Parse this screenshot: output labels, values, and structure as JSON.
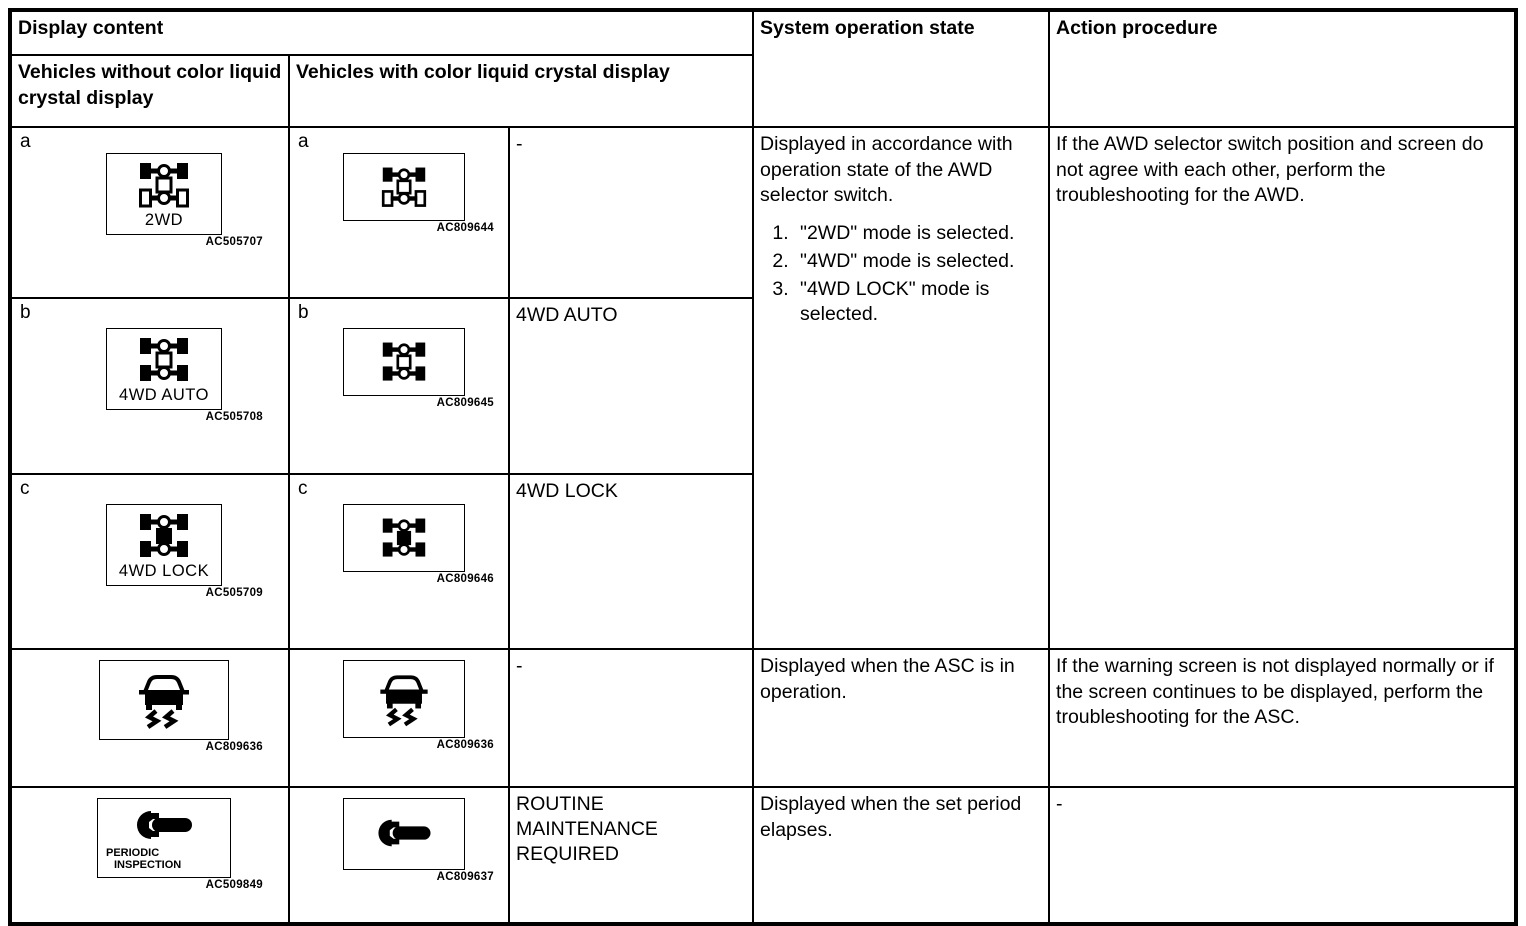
{
  "table": {
    "headers": {
      "display_content": "Display content",
      "without_color": "Vehicles without color liquid crystal display",
      "with_color": "Vehicles with color liquid crystal display",
      "system_state": "System operation state",
      "action_procedure": "Action procedure"
    },
    "rows": [
      {
        "id": "row-a",
        "label_left": "a",
        "label_mid": "a",
        "left_icon": {
          "type": "awd",
          "front_filled": true,
          "rear_filled": false,
          "center_filled": false,
          "label": "2WD",
          "code": "AC505707"
        },
        "mid_icon": {
          "type": "awd",
          "front_filled": true,
          "rear_filled": false,
          "center_filled": false,
          "label": "",
          "code": "AC809644"
        },
        "message": "-",
        "state_text": "Displayed in accordance with operation state of the AWD selector switch.",
        "state_steps": [
          "\"2WD\" mode is selected.",
          "\"4WD\" mode is selected.",
          "\"4WD LOCK\" mode is selected."
        ],
        "action_text": "If the AWD selector switch position and screen do not agree with each other, perform the troubleshooting for the AWD."
      },
      {
        "id": "row-b",
        "label_left": "b",
        "label_mid": "b",
        "left_icon": {
          "type": "awd",
          "front_filled": true,
          "rear_filled": true,
          "center_filled": false,
          "label": "4WD  AUTO",
          "code": "AC505708"
        },
        "mid_icon": {
          "type": "awd",
          "front_filled": true,
          "rear_filled": true,
          "center_filled": false,
          "label": "",
          "code": "AC809645"
        },
        "message": "4WD AUTO"
      },
      {
        "id": "row-c",
        "label_left": "c",
        "label_mid": "c",
        "left_icon": {
          "type": "awd",
          "front_filled": true,
          "rear_filled": true,
          "center_filled": true,
          "label": "4WD  LOCK",
          "code": "AC505709"
        },
        "mid_icon": {
          "type": "awd",
          "front_filled": true,
          "rear_filled": true,
          "center_filled": true,
          "label": "",
          "code": "AC809646"
        },
        "message": "4WD LOCK"
      },
      {
        "id": "row-asc",
        "label_left": "",
        "label_mid": "",
        "left_icon": {
          "type": "asc",
          "label": "",
          "code": "AC809636"
        },
        "mid_icon": {
          "type": "asc",
          "label": "",
          "code": "AC809636"
        },
        "message": "-",
        "state_text": "Displayed when the ASC is in operation.",
        "action_text": "If the warning screen is not displayed normally or if the screen continues to be displayed, perform the troubleshooting for the ASC."
      },
      {
        "id": "row-maintenance",
        "label_left": "",
        "label_mid": "",
        "left_icon": {
          "type": "wrench",
          "label_line1": "PERIODIC",
          "label_line2": "INSPECTION",
          "code": "AC509849"
        },
        "mid_icon": {
          "type": "wrench",
          "label_line1": "",
          "label_line2": "",
          "code": "AC809637"
        },
        "message": "ROUTINE MAINTENANCE REQUIRED",
        "state_text": "Displayed when the set period elapses.",
        "action_text": "-"
      }
    ]
  },
  "colors": {
    "ink": "#000000",
    "paper": "#ffffff"
  }
}
